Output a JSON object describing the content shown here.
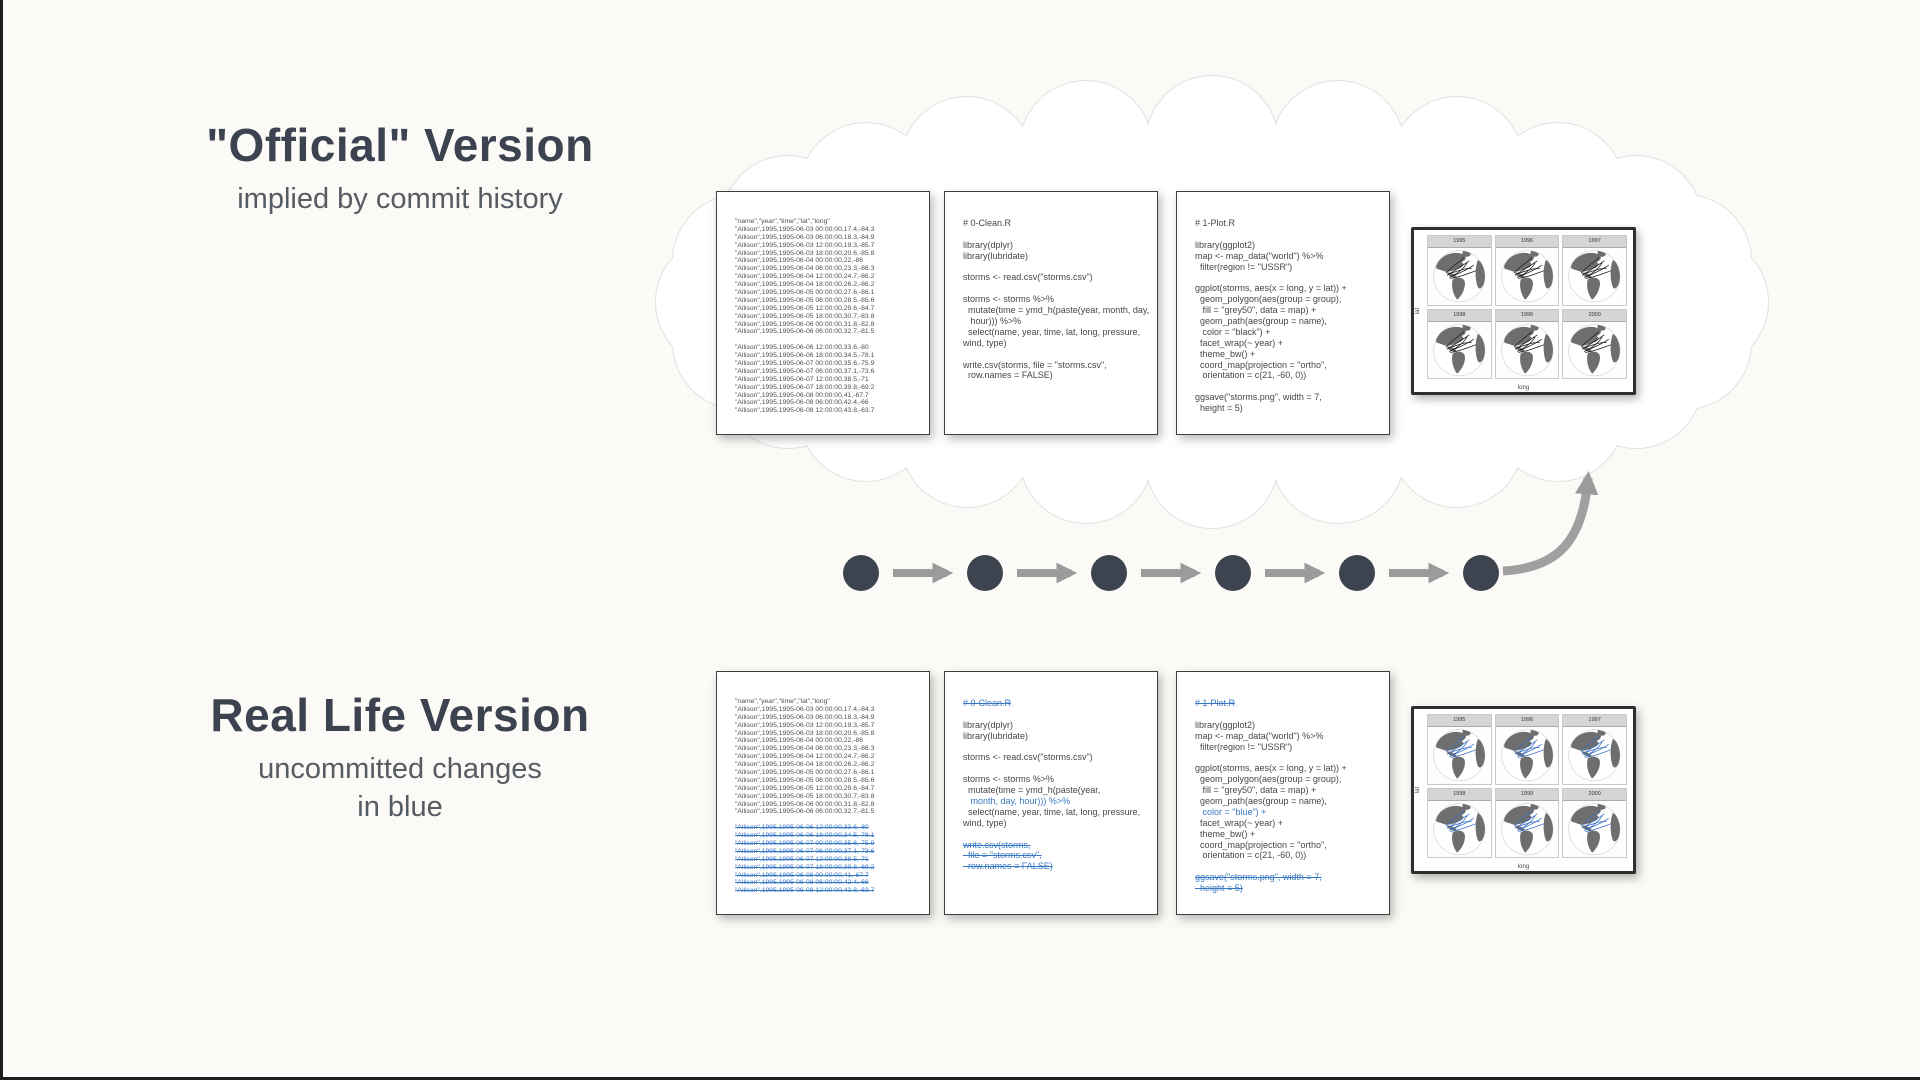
{
  "official": {
    "title": "\"Official\" Version",
    "subtitle": "implied by commit history"
  },
  "real": {
    "title": "Real Life Version",
    "subtitle_line1": "uncommitted changes",
    "subtitle_line2": "in blue"
  },
  "colors": {
    "uncommitted_blue": "#3878c2",
    "committed_ink": "#474747",
    "title_ink": "#3c4250",
    "commit_dot": "#3d434f",
    "arrow_grey": "#9b9b9b",
    "land_grey": "#6e6e6e"
  },
  "maps": {
    "years": [
      "1995",
      "1996",
      "1997",
      "1998",
      "1999",
      "2000"
    ],
    "xlabel": "long",
    "ylabel": "lat"
  },
  "csv_official": {
    "lines": [
      {
        "t": "\"name\",\"year\",\"time\",\"lat\",\"long\"",
        "s": "plain"
      },
      {
        "t": "\"Allison\",1995,1995-06-03 00:00:00,17.4,-84.3",
        "s": "plain"
      },
      {
        "t": "\"Allison\",1995,1995-06-03 06:00:00,18.3,-84.9",
        "s": "plain"
      },
      {
        "t": "\"Allison\",1995,1995-06-03 12:00:00,19.3,-85.7",
        "s": "plain"
      },
      {
        "t": "\"Allison\",1995,1995-06-03 18:00:00,20.6,-85.8",
        "s": "plain"
      },
      {
        "t": "\"Allison\",1995,1995-06-04 00:00:00,22,-86",
        "s": "plain"
      },
      {
        "t": "\"Allison\",1995,1995-06-04 06:00:00,23.3,-86.3",
        "s": "plain"
      },
      {
        "t": "\"Allison\",1995,1995-06-04 12:00:00,24.7,-86.2",
        "s": "plain"
      },
      {
        "t": "\"Allison\",1995,1995-06-04 18:00:00,26.2,-86.2",
        "s": "plain"
      },
      {
        "t": "\"Allison\",1995,1995-06-05 00:00:00,27.6,-86.1",
        "s": "plain"
      },
      {
        "t": "\"Allison\",1995,1995-06-05 06:00:00,28.5,-85.6",
        "s": "plain"
      },
      {
        "t": "\"Allison\",1995,1995-06-05 12:00:00,29.6,-84.7",
        "s": "plain"
      },
      {
        "t": "\"Allison\",1995,1995-06-05 18:00:00,30.7,-83.8",
        "s": "plain"
      },
      {
        "t": "\"Allison\",1995,1995-06-06 00:00:00,31.8,-82.8",
        "s": "plain"
      },
      {
        "t": "\"Allison\",1995,1995-06-06 06:00:00,32.7,-81.5",
        "s": "plain"
      },
      {
        "t": "",
        "s": "blank"
      },
      {
        "t": "\"Allison\",1995,1995-06-06 12:00:00,33.6,-80",
        "s": "plain"
      },
      {
        "t": "\"Allison\",1995,1995-06-06 18:00:00,34.5,-78.1",
        "s": "plain"
      },
      {
        "t": "\"Allison\",1995,1995-06-07 00:00:00,35.6,-75.9",
        "s": "plain"
      },
      {
        "t": "\"Allison\",1995,1995-06-07 06:00:00,37.1,-73.6",
        "s": "plain"
      },
      {
        "t": "\"Allison\",1995,1995-06-07 12:00:00,38.5,-71",
        "s": "plain"
      },
      {
        "t": "\"Allison\",1995,1995-06-07 18:00:00,39.8,-69.2",
        "s": "plain"
      },
      {
        "t": "\"Allison\",1995,1995-06-08 00:00:00,41,-67.7",
        "s": "plain"
      },
      {
        "t": "\"Allison\",1995,1995-06-08 06:00:00,42.4,-66",
        "s": "plain"
      },
      {
        "t": "\"Allison\",1995,1995-06-08 12:00:00,43.8,-63.7",
        "s": "plain"
      }
    ]
  },
  "csv_real": {
    "lines": [
      {
        "t": "\"name\",\"year\",\"time\",\"lat\",\"long\"",
        "s": "plain"
      },
      {
        "t": "\"Allison\",1995,1995-06-03 00:00:00,17.4,-84.3",
        "s": "plain"
      },
      {
        "t": "\"Allison\",1995,1995-06-03 06:00:00,18.3,-84.9",
        "s": "plain"
      },
      {
        "t": "\"Allison\",1995,1995-06-03 12:00:00,19.3,-85.7",
        "s": "plain"
      },
      {
        "t": "\"Allison\",1995,1995-06-03 18:00:00,20.6,-85.8",
        "s": "plain"
      },
      {
        "t": "\"Allison\",1995,1995-06-04 00:00:00,22,-86",
        "s": "plain"
      },
      {
        "t": "\"Allison\",1995,1995-06-04 06:00:00,23.3,-86.3",
        "s": "plain"
      },
      {
        "t": "\"Allison\",1995,1995-06-04 12:00:00,24.7,-86.2",
        "s": "plain"
      },
      {
        "t": "\"Allison\",1995,1995-06-04 18:00:00,26.2,-86.2",
        "s": "plain"
      },
      {
        "t": "\"Allison\",1995,1995-06-05 00:00:00,27.6,-86.1",
        "s": "plain"
      },
      {
        "t": "\"Allison\",1995,1995-06-05 06:00:00,28.5,-85.6",
        "s": "plain"
      },
      {
        "t": "\"Allison\",1995,1995-06-05 12:00:00,29.6,-84.7",
        "s": "plain"
      },
      {
        "t": "\"Allison\",1995,1995-06-05 18:00:00,30.7,-83.8",
        "s": "plain"
      },
      {
        "t": "\"Allison\",1995,1995-06-06 00:00:00,31.8,-82.8",
        "s": "plain"
      },
      {
        "t": "\"Allison\",1995,1995-06-06 06:00:00,32.7,-81.5",
        "s": "plain"
      },
      {
        "t": "",
        "s": "blank"
      },
      {
        "t": "\"Allison\",1995,1995-06-06 12:00:00,33.6,-80",
        "s": "del"
      },
      {
        "t": "\"Allison\",1995,1995-06-06 18:00:00,34.5,-78.1",
        "s": "del"
      },
      {
        "t": "\"Allison\",1995,1995-06-07 00:00:00,35.6,-75.9",
        "s": "del"
      },
      {
        "t": "\"Allison\",1995,1995-06-07 06:00:00,37.1,-73.6",
        "s": "del"
      },
      {
        "t": "\"Allison\",1995,1995-06-07 12:00:00,38.5,-71",
        "s": "del"
      },
      {
        "t": "\"Allison\",1995,1995-06-07 18:00:00,39.8,-69.2",
        "s": "del"
      },
      {
        "t": "\"Allison\",1995,1995-06-08 00:00:00,41,-67.7",
        "s": "del"
      },
      {
        "t": "\"Allison\",1995,1995-06-08 06:00:00,42.4,-66",
        "s": "del"
      },
      {
        "t": "\"Allison\",1995,1995-06-08 12:00:00,43.8,-63.7",
        "s": "del"
      }
    ]
  },
  "clean_official": {
    "lines": [
      {
        "t": "# 0-Clean.R",
        "s": "plain"
      },
      {
        "t": "",
        "s": "blank"
      },
      {
        "t": "library(dplyr)",
        "s": "plain"
      },
      {
        "t": "library(lubridate)",
        "s": "plain"
      },
      {
        "t": "",
        "s": "blank"
      },
      {
        "t": "storms <- read.csv(\"storms.csv\")",
        "s": "plain"
      },
      {
        "t": "",
        "s": "blank"
      },
      {
        "t": "storms <- storms %>%",
        "s": "plain"
      },
      {
        "t": "  mutate(time = ymd_h(paste(year, month, day,",
        "s": "plain"
      },
      {
        "t": "   hour))) %>%",
        "s": "plain"
      },
      {
        "t": "  select(name, year, time, lat, long, pressure,",
        "s": "plain"
      },
      {
        "t": "wind, type)",
        "s": "plain"
      },
      {
        "t": "",
        "s": "blank"
      },
      {
        "t": "write.csv(storms, file = \"storms.csv\",",
        "s": "plain"
      },
      {
        "t": "  row.names = FALSE)",
        "s": "plain"
      }
    ]
  },
  "clean_real": {
    "lines": [
      {
        "t": "# 0-Clean.R",
        "s": "del"
      },
      {
        "t": "",
        "s": "blank"
      },
      {
        "t": "library(dplyr)",
        "s": "plain"
      },
      {
        "t": "library(lubridate)",
        "s": "plain"
      },
      {
        "t": "",
        "s": "blank"
      },
      {
        "t": "storms <- read.csv(\"storms.csv\")",
        "s": "plain"
      },
      {
        "t": "",
        "s": "blank"
      },
      {
        "t": "storms <- storms %>%",
        "s": "plain"
      },
      {
        "t": "  mutate(time = ymd_h(paste(year,",
        "s": "plain"
      },
      {
        "t": "   month, day, hour))) %>%",
        "s": "add"
      },
      {
        "t": "  select(name, year, time, lat, long, pressure,",
        "s": "plain"
      },
      {
        "t": "wind, type)",
        "s": "plain"
      },
      {
        "t": "",
        "s": "blank"
      },
      {
        "t": "write.csv(storms,",
        "s": "del"
      },
      {
        "t": "  file = \"storms.csv\",",
        "s": "del"
      },
      {
        "t": "  row.names = FALSE)",
        "s": "del"
      }
    ]
  },
  "plot_official": {
    "lines": [
      {
        "t": "# 1-Plot.R",
        "s": "plain"
      },
      {
        "t": "",
        "s": "blank"
      },
      {
        "t": "library(ggplot2)",
        "s": "plain"
      },
      {
        "t": "map <- map_data(\"world\") %>%",
        "s": "plain"
      },
      {
        "t": "  filter(region != \"USSR\")",
        "s": "plain"
      },
      {
        "t": "",
        "s": "blank"
      },
      {
        "t": "ggplot(storms, aes(x = long, y = lat)) +",
        "s": "plain"
      },
      {
        "t": "  geom_polygon(aes(group = group),",
        "s": "plain"
      },
      {
        "t": "   fill = \"grey50\", data = map) +",
        "s": "plain"
      },
      {
        "t": "  geom_path(aes(group = name),",
        "s": "plain"
      },
      {
        "t": "   color = \"black\") +",
        "s": "plain"
      },
      {
        "t": "  facet_wrap(~ year) +",
        "s": "plain"
      },
      {
        "t": "  theme_bw() +",
        "s": "plain"
      },
      {
        "t": "  coord_map(projection = \"ortho\",",
        "s": "plain"
      },
      {
        "t": "   orientation = c(21, -60, 0))",
        "s": "plain"
      },
      {
        "t": "",
        "s": "blank"
      },
      {
        "t": "ggsave(\"storms.png\", width = 7,",
        "s": "plain"
      },
      {
        "t": "  height = 5)",
        "s": "plain"
      }
    ]
  },
  "plot_real": {
    "lines": [
      {
        "t": "# 1-Plot.R",
        "s": "del"
      },
      {
        "t": "",
        "s": "blank"
      },
      {
        "t": "library(ggplot2)",
        "s": "plain"
      },
      {
        "t": "map <- map_data(\"world\") %>%",
        "s": "plain"
      },
      {
        "t": "  filter(region != \"USSR\")",
        "s": "plain"
      },
      {
        "t": "",
        "s": "blank"
      },
      {
        "t": "ggplot(storms, aes(x = long, y = lat)) +",
        "s": "plain"
      },
      {
        "t": "  geom_polygon(aes(group = group),",
        "s": "plain"
      },
      {
        "t": "   fill = \"grey50\", data = map) +",
        "s": "plain"
      },
      {
        "t": "  geom_path(aes(group = name),",
        "s": "plain"
      },
      {
        "t": "   color = \"blue\") +",
        "s": "add"
      },
      {
        "t": "  facet_wrap(~ year) +",
        "s": "plain"
      },
      {
        "t": "  theme_bw() +",
        "s": "plain"
      },
      {
        "t": "  coord_map(projection = \"ortho\",",
        "s": "plain"
      },
      {
        "t": "   orientation = c(21, -60, 0))",
        "s": "plain"
      },
      {
        "t": "",
        "s": "blank"
      },
      {
        "t": "ggsave(\"storms.png\", width = 7,",
        "s": "del"
      },
      {
        "t": "  height = 5)",
        "s": "del"
      }
    ]
  }
}
